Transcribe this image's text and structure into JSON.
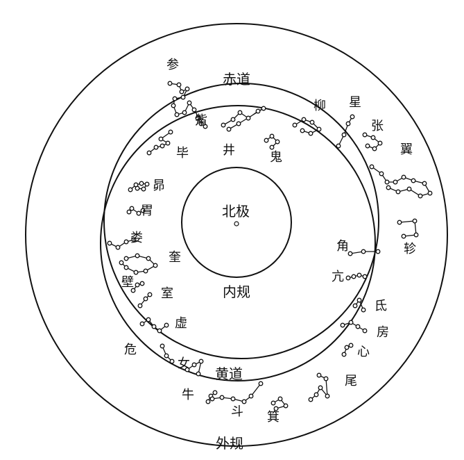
{
  "labels": {
    "north_pole": "北极",
    "inner_circle": "内规",
    "outer_circle": "外规",
    "equator": "赤道",
    "ecliptic": "黄道"
  },
  "mansions": {
    "jiao": "角",
    "kang": "亢",
    "di": "氐",
    "fang": "房",
    "xin": "心",
    "wei_tail": "尾",
    "ji": "箕",
    "dou": "斗",
    "niu": "牛",
    "nv": "女",
    "xu": "虚",
    "wei_danger": "危",
    "shi": "室",
    "bi": "壁",
    "kui": "奎",
    "lou": "娄",
    "wei_stomach": "胃",
    "mao": "昴",
    "bi_net": "毕",
    "zi": "觜",
    "shen": "参",
    "jing": "井",
    "gui": "鬼",
    "liu": "柳",
    "xing": "星",
    "zhang": "张",
    "yi": "翼",
    "zhen": "轸"
  },
  "colors": {
    "ink": "#111111",
    "paper": "#ffffff"
  }
}
